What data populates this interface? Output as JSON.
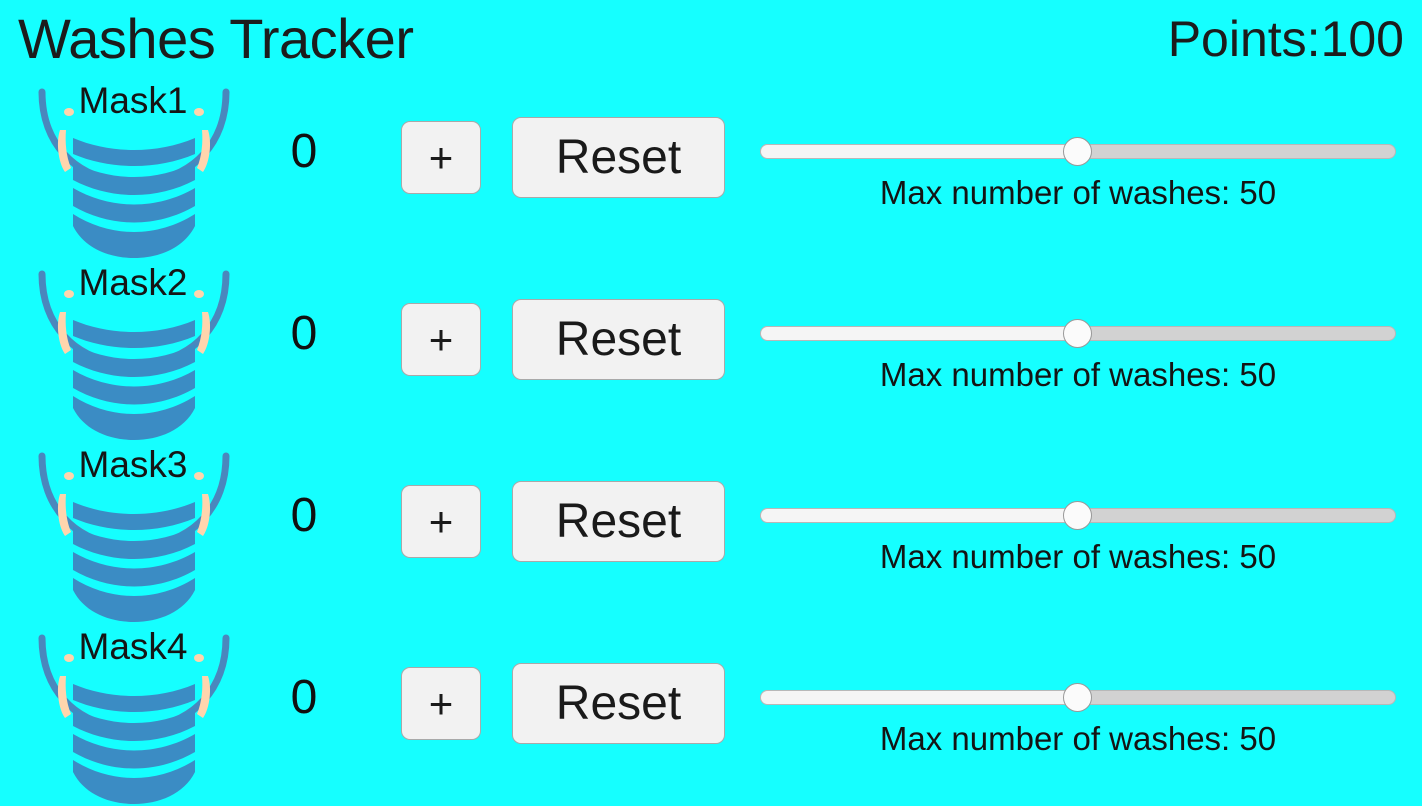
{
  "header": {
    "app_title": "Washes Tracker",
    "points_label": "Points:",
    "points_value": "100"
  },
  "theme": {
    "background": "#15FFFF",
    "text": "#151515",
    "button_face": "#f2f2f2",
    "button_border": "#a9a9a9",
    "mask_blue": "#3b8cc4",
    "mask_strap": "#4a87bd",
    "mask_ear": "#ffd5ad",
    "slider_track": "#d2d2d2",
    "slider_fill": "#f5f5f5",
    "slider_thumb": "#fbfbfb"
  },
  "icons": {
    "mask": "face-mask-icon",
    "plus": "plus-icon"
  },
  "controls": {
    "increment_label": "+",
    "reset_label": "Reset",
    "slider_caption_prefix": "Max number of washes:"
  },
  "rows": [
    {
      "mask_label": "Mask1",
      "count": "0",
      "increment_label": "+",
      "reset_label": "Reset",
      "slider": {
        "value": 50,
        "min": 0,
        "max": 100,
        "percent": 50,
        "caption": "Max number of washes: 50"
      }
    },
    {
      "mask_label": "Mask2",
      "count": "0",
      "increment_label": "+",
      "reset_label": "Reset",
      "slider": {
        "value": 50,
        "min": 0,
        "max": 100,
        "percent": 50,
        "caption": "Max number of washes: 50"
      }
    },
    {
      "mask_label": "Mask3",
      "count": "0",
      "increment_label": "+",
      "reset_label": "Reset",
      "slider": {
        "value": 50,
        "min": 0,
        "max": 100,
        "percent": 50,
        "caption": "Max number of washes: 50"
      }
    },
    {
      "mask_label": "Mask4",
      "count": "0",
      "increment_label": "+",
      "reset_label": "Reset",
      "slider": {
        "value": 50,
        "min": 0,
        "max": 100,
        "percent": 50,
        "caption": "Max number of washes: 50"
      }
    }
  ]
}
